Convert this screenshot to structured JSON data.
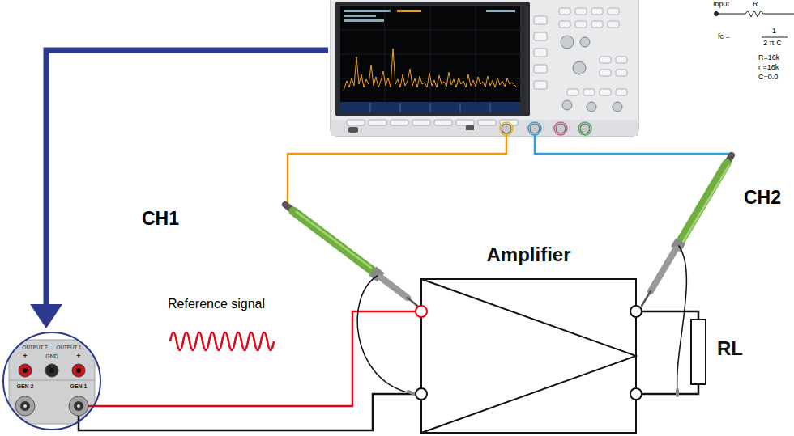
{
  "diagram": {
    "nodes": [
      {
        "text": [
          "OUTPUT 2",
          "OUTPUT 1",
          "+",
          "GND",
          "+",
          "GEN 2",
          "GEN 1"
        ]
      },
      {
        "text": [
          "Amplifier"
        ]
      },
      {
        "text": [
          "RL"
        ]
      }
    ],
    "edges": [
      {
        "from": 0,
        "to": 1,
        "arrow": "none"
      },
      {
        "from": 0,
        "to": 1,
        "arrow": "none"
      },
      {
        "from": 1,
        "to": 2,
        "arrow": "none"
      },
      {
        "from": 1,
        "to": 2,
        "arrow": "none"
      }
    ],
    "labels": [
      "CH1",
      "CH2",
      "Reference signal",
      "Input",
      "R",
      "fc =",
      "1",
      "2 π C",
      "R=16k",
      "r =16k",
      "C=0.0"
    ]
  }
}
